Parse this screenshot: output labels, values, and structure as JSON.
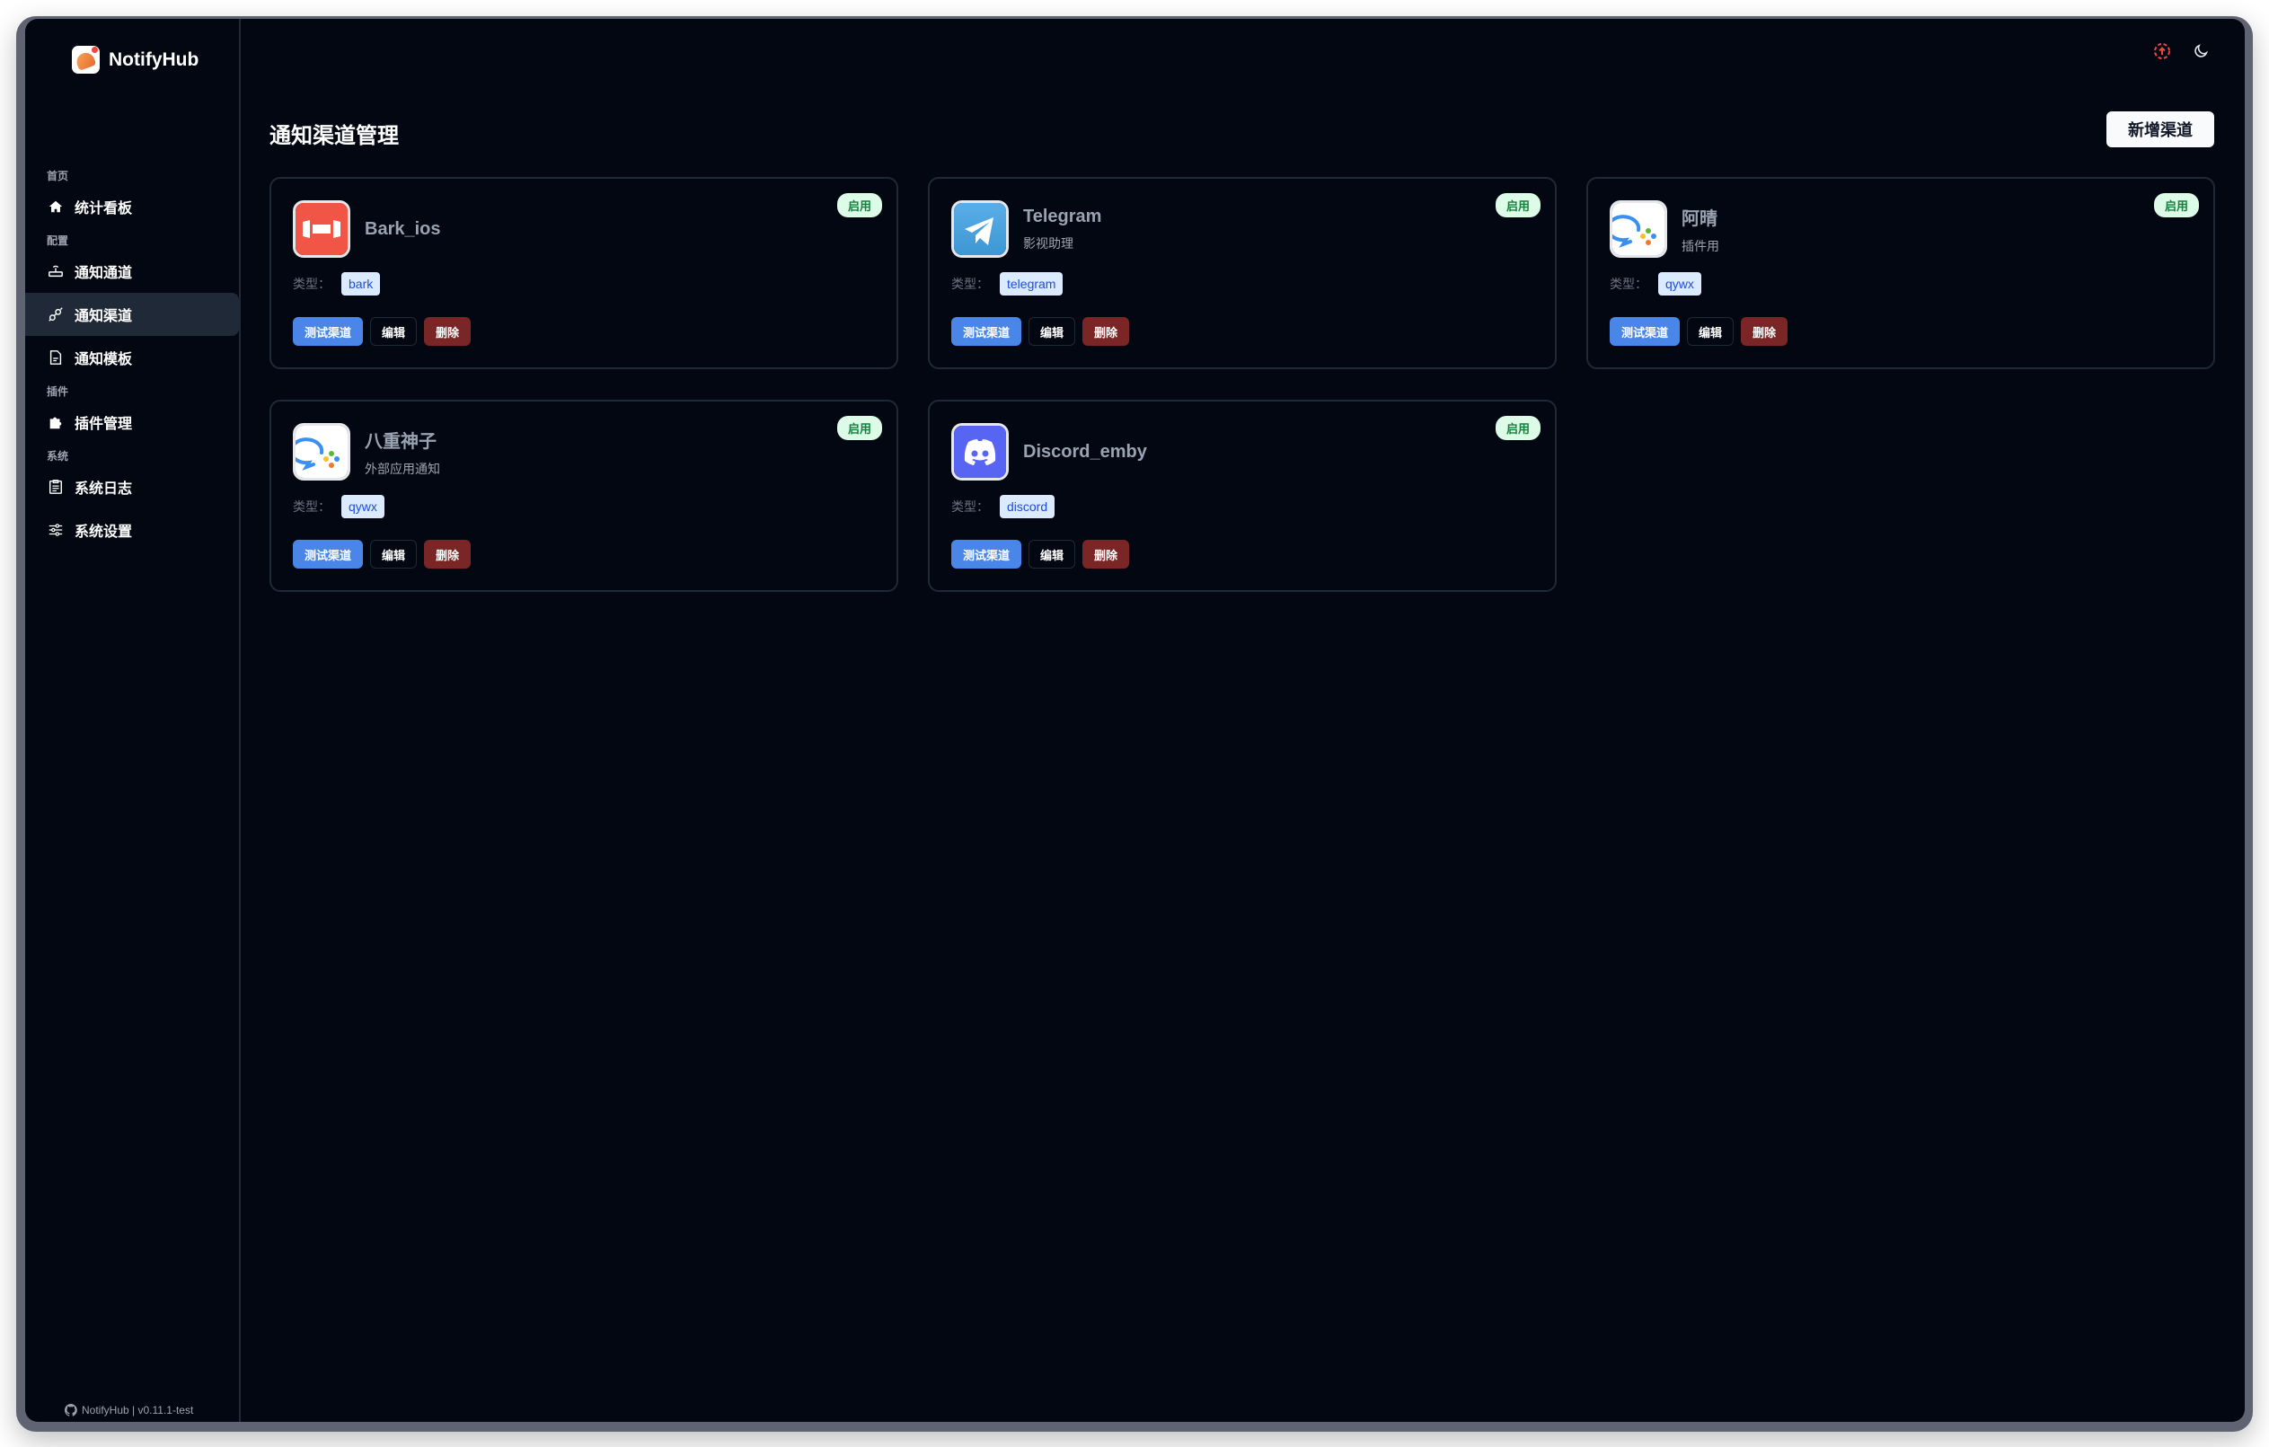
{
  "app": {
    "name": "NotifyHub",
    "footer": "NotifyHub | v0.11.1-test"
  },
  "sidebar": {
    "sections": [
      {
        "label": "首页",
        "items": [
          {
            "label": "统计看板",
            "icon": "home-icon"
          }
        ]
      },
      {
        "label": "配置",
        "items": [
          {
            "label": "通知通道",
            "icon": "router-icon"
          },
          {
            "label": "通知渠道",
            "icon": "plug-icon",
            "active": true
          },
          {
            "label": "通知模板",
            "icon": "file-icon"
          }
        ]
      },
      {
        "label": "插件",
        "items": [
          {
            "label": "插件管理",
            "icon": "puzzle-icon"
          }
        ]
      },
      {
        "label": "系统",
        "items": [
          {
            "label": "系统日志",
            "icon": "clipboard-icon"
          },
          {
            "label": "系统设置",
            "icon": "sliders-icon"
          }
        ]
      }
    ]
  },
  "main": {
    "title": "通知渠道管理",
    "add_label": "新增渠道"
  },
  "card_labels": {
    "type": "类型：",
    "test": "测试渠道",
    "edit": "编辑",
    "delete": "删除"
  },
  "channels": [
    {
      "name": "Bark_ios",
      "subtitle": "",
      "type": "bark",
      "status": "启用",
      "icon": "bark-icon"
    },
    {
      "name": "Telegram",
      "subtitle": "影视助理",
      "type": "telegram",
      "status": "启用",
      "icon": "telegram-icon"
    },
    {
      "name": "阿晴",
      "subtitle": "插件用",
      "type": "qywx",
      "status": "启用",
      "icon": "wecom-icon"
    },
    {
      "name": "八重神子",
      "subtitle": "外部应用通知",
      "type": "qywx",
      "status": "启用",
      "icon": "wecom-icon"
    },
    {
      "name": "Discord_emby",
      "subtitle": "",
      "type": "discord",
      "status": "启用",
      "icon": "discord-icon"
    }
  ],
  "colors": {
    "bg": "#030712",
    "accent": "#4a86e8",
    "danger": "#7a2626",
    "success_bg": "#dcfce7"
  }
}
